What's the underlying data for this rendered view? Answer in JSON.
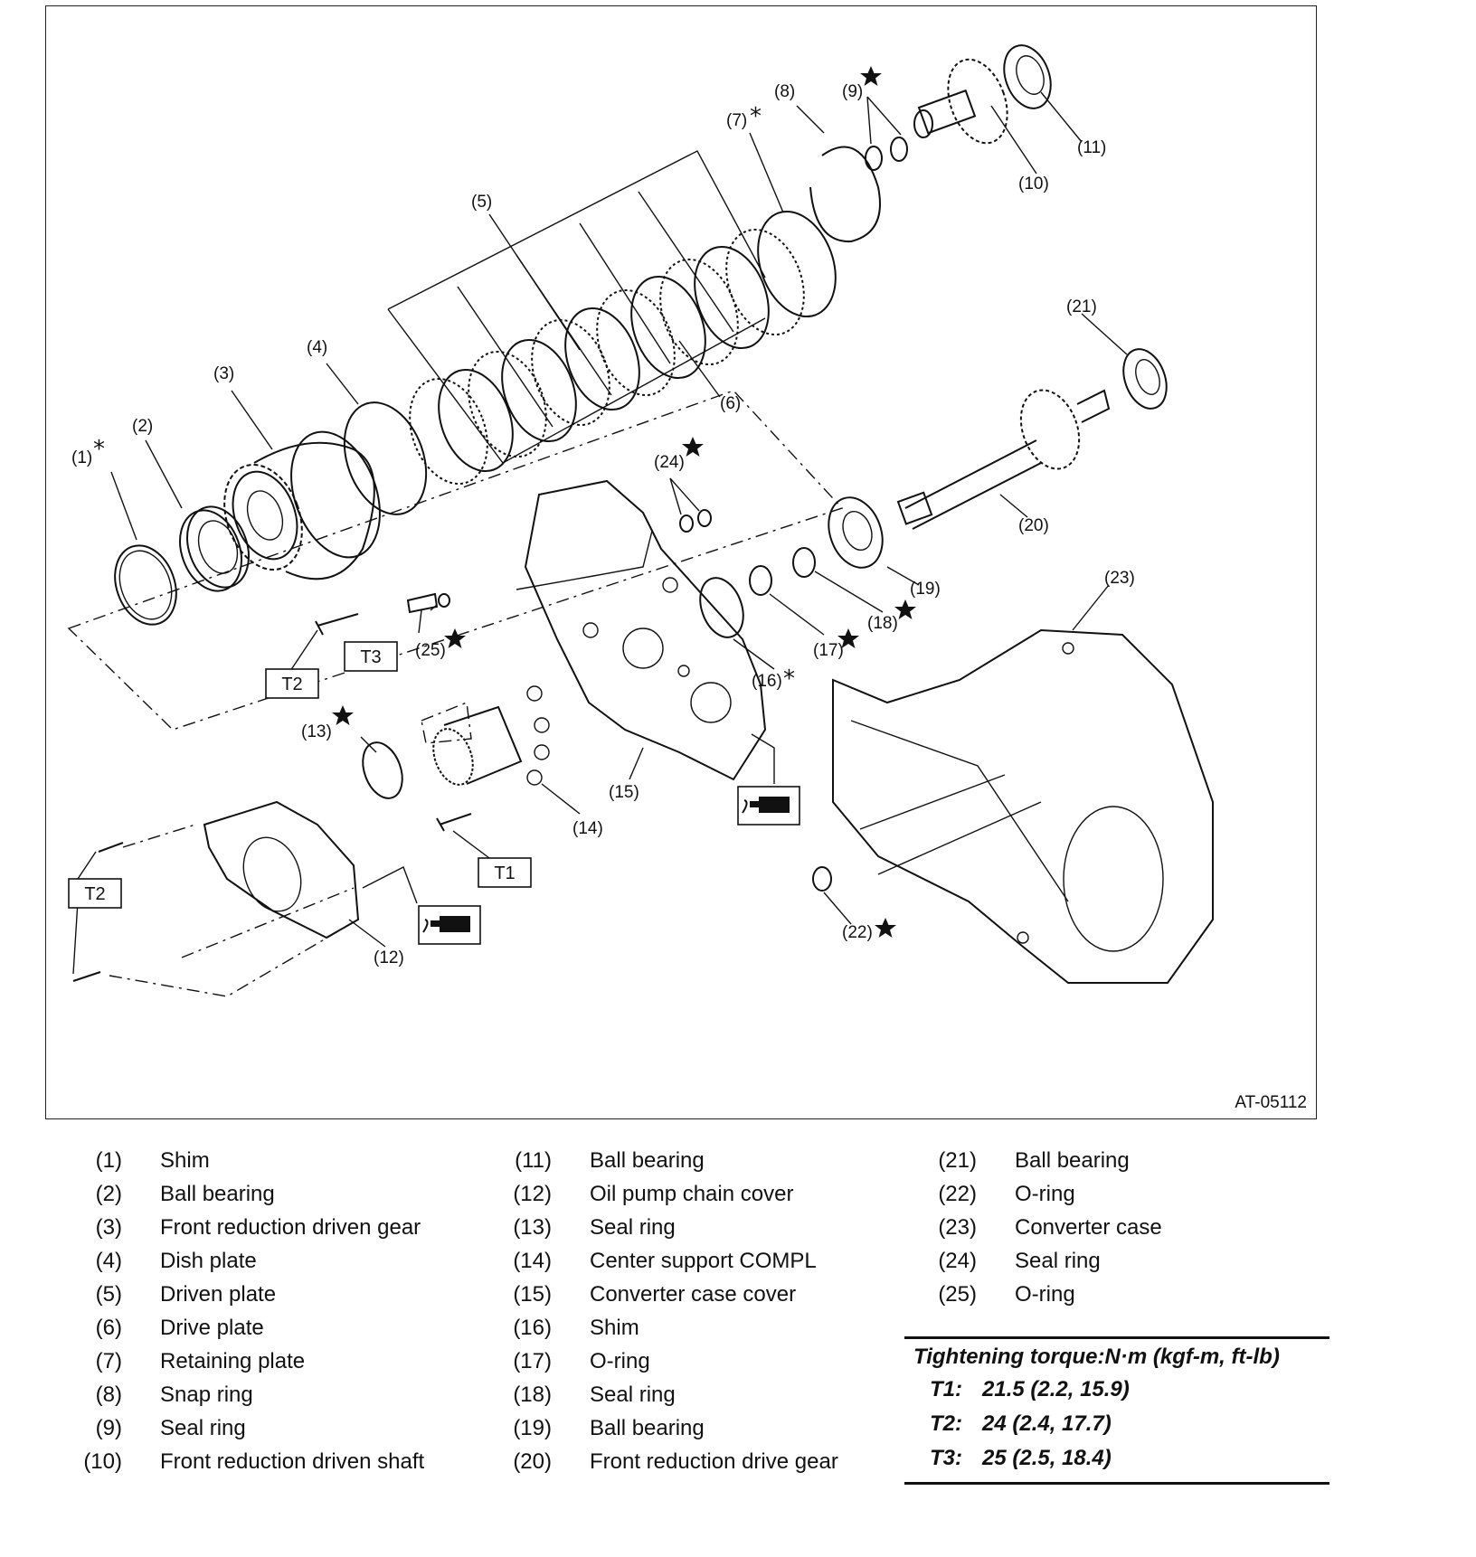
{
  "figure": {
    "id": "AT-05112",
    "callouts": [
      "(1)",
      "(2)",
      "(3)",
      "(4)",
      "(5)",
      "(6)",
      "(7)",
      "(8)",
      "(9)",
      "(10)",
      "(11)",
      "(12)",
      "(13)",
      "(14)",
      "(15)",
      "(16)",
      "(17)",
      "(18)",
      "(19)",
      "(20)",
      "(21)",
      "(22)",
      "(23)",
      "(24)",
      "(25)"
    ],
    "torque_tags": [
      "T1",
      "T2",
      "T3"
    ],
    "marks": {
      "star": "★",
      "asterisk": "*"
    },
    "icons": [
      "star-mark-icon",
      "asterisk-mark-icon",
      "sealant-icon"
    ]
  },
  "legend": {
    "columns": [
      [
        {
          "num": "(1)",
          "name": "Shim"
        },
        {
          "num": "(2)",
          "name": "Ball bearing"
        },
        {
          "num": "(3)",
          "name": "Front reduction driven gear"
        },
        {
          "num": "(4)",
          "name": "Dish plate"
        },
        {
          "num": "(5)",
          "name": "Driven plate"
        },
        {
          "num": "(6)",
          "name": "Drive plate"
        },
        {
          "num": "(7)",
          "name": "Retaining plate"
        },
        {
          "num": "(8)",
          "name": "Snap ring"
        },
        {
          "num": "(9)",
          "name": "Seal ring"
        },
        {
          "num": "(10)",
          "name": "Front reduction driven shaft"
        }
      ],
      [
        {
          "num": "(11)",
          "name": "Ball bearing"
        },
        {
          "num": "(12)",
          "name": "Oil pump chain cover"
        },
        {
          "num": "(13)",
          "name": "Seal ring"
        },
        {
          "num": "(14)",
          "name": "Center support COMPL"
        },
        {
          "num": "(15)",
          "name": "Converter case cover"
        },
        {
          "num": "(16)",
          "name": "Shim"
        },
        {
          "num": "(17)",
          "name": "O-ring"
        },
        {
          "num": "(18)",
          "name": "Seal ring"
        },
        {
          "num": "(19)",
          "name": "Ball bearing"
        },
        {
          "num": "(20)",
          "name": "Front reduction drive gear"
        }
      ],
      [
        {
          "num": "(21)",
          "name": "Ball bearing"
        },
        {
          "num": "(22)",
          "name": "O-ring"
        },
        {
          "num": "(23)",
          "name": "Converter case"
        },
        {
          "num": "(24)",
          "name": "Seal ring"
        },
        {
          "num": "(25)",
          "name": "O-ring"
        }
      ]
    ]
  },
  "torque": {
    "title": "Tightening torque:N·m (kgf-m, ft-lb)",
    "rows": [
      {
        "key": "T1:",
        "value": "21.5 (2.2, 15.9)"
      },
      {
        "key": "T2:",
        "value": "24 (2.4, 17.7)"
      },
      {
        "key": "T3:",
        "value": "25 (2.5, 18.4)"
      }
    ]
  }
}
